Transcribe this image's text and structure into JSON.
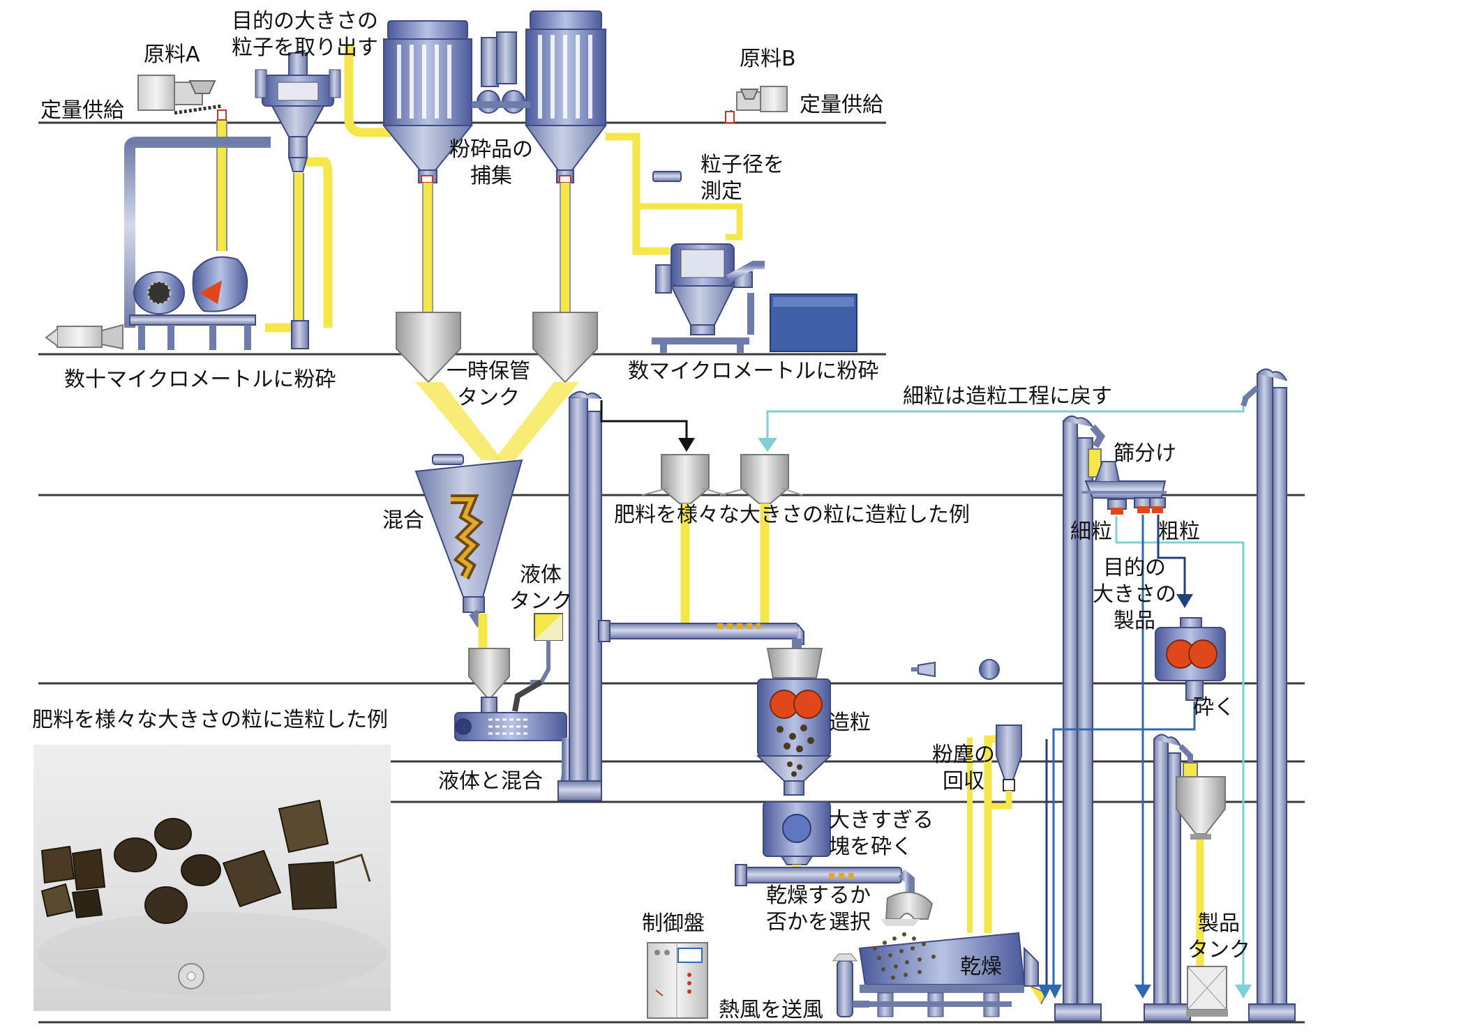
{
  "labels": {
    "material_a": "原料A",
    "fixed_feed_a": "定量供給",
    "extract_target": "目的の大きさの\n粒子を取り出す",
    "collect_crushed": "粉砕品の\n捕集",
    "material_b": "原料B",
    "fixed_feed_b": "定量供給",
    "measure_particle": "粒子径を\n測定",
    "grind_tens_micron": "数十マイクロメートルに粉砕",
    "grind_few_micron": "数マイクロメートルに粉砕",
    "temp_tank": "一時保管\nタンク",
    "fines_return": "細粒は造粒工程に戻す",
    "sieving": "篩分け",
    "fines": "細粒",
    "coarse": "粗粒",
    "target_product": "目的の\n大きさの\n製品",
    "mixing": "混合",
    "liquid_tank": "液体\nタンク",
    "granulate_example_mid": "肥料を様々な大きさの粒に造粒した例",
    "granulation": "造粒",
    "crush": "砕く",
    "dust_recovery": "粉塵の\n回収",
    "mix_with_liquid": "液体と混合",
    "break_lumps": "大きすぎる\n塊を砕く",
    "dry_or_not": "乾燥するか\n否かを選択",
    "control_panel": "制御盤",
    "drying": "乾燥",
    "product_tank": "製品\nタンク",
    "hot_air": "熱風を送風",
    "photo_title": "肥料を様々な大きさの粒に造粒した例"
  },
  "colors": {
    "yellow_pipe": "#f5e64a",
    "steel": "#9ea8c8",
    "steel_dark": "#5a6690",
    "cyan_flow": "#7ed0d4",
    "blue_flow": "#2c68b4",
    "navy_flow": "#24407c",
    "floor_line": "#333333",
    "red_roller": "#e0481c"
  }
}
